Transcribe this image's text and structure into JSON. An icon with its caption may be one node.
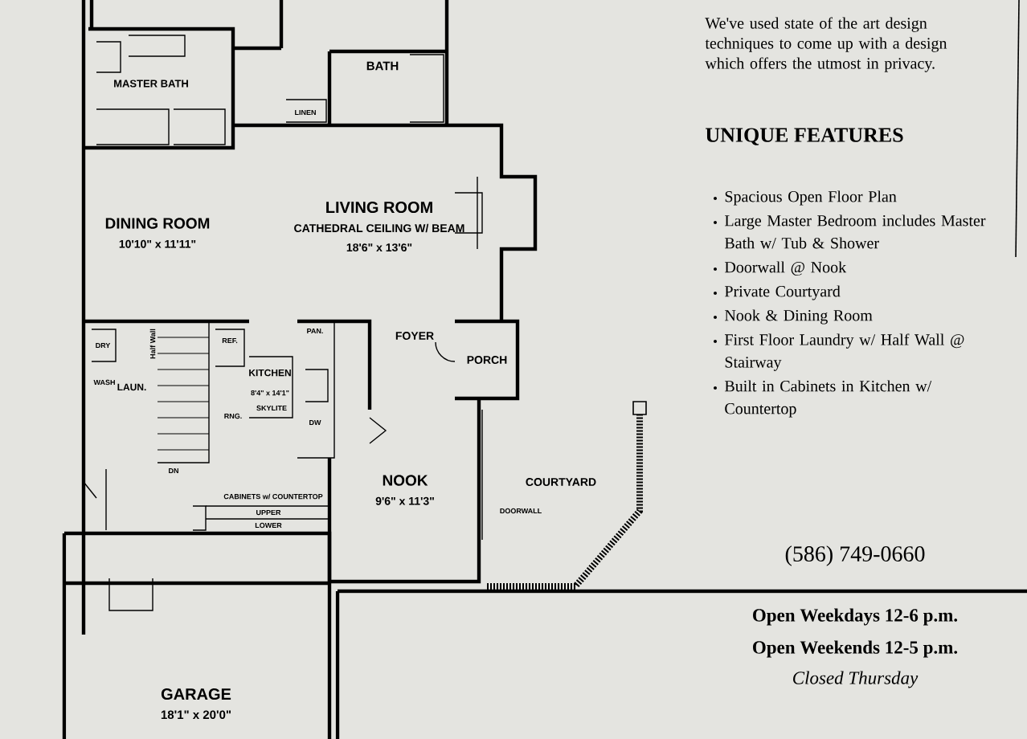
{
  "diagram": {
    "nodes": [
      {
        "text": [
          "MASTER BATH"
        ]
      },
      {
        "text": [
          "BATH"
        ]
      },
      {
        "text": [
          "LIVING ROOM",
          "CATHEDRAL CEILING W/ BEAM",
          "18'6\" x 13'6\""
        ]
      },
      {
        "text": [
          "DINING ROOM",
          "10'10\" x 11'11\""
        ]
      },
      {
        "text": [
          "FOYER"
        ]
      },
      {
        "text": [
          "PORCH"
        ]
      },
      {
        "text": [
          "KITCHEN",
          "8'4\" x 14'1\""
        ]
      },
      {
        "text": [
          "LAUN."
        ]
      },
      {
        "text": [
          "NOOK",
          "9'6\" x 11'3\""
        ]
      },
      {
        "text": [
          "COURTYARD"
        ]
      },
      {
        "text": [
          "GARAGE",
          "18'1\" x 20'0\""
        ]
      }
    ],
    "labels": [
      "LINEN",
      "DRY",
      "Half Wall",
      "REF.",
      "PAN.",
      "WASH",
      "SKYLITE",
      "RNG.",
      "DW",
      "DN",
      "CABINETS w/ COUNTERTOP",
      "UPPER",
      "LOWER",
      "DOORWALL",
      "We've used state of the art design techniques to come up with a design which offers the utmost in privacy.",
      "UNIQUE FEATURES",
      "Spacious Open Floor Plan",
      "Large Master Bedroom includes Master Bath w/ Tub & Shower",
      "Doorwall @ Nook",
      "Private Courtyard",
      "Nook & Dining Room",
      "First Floor Laundry w/ Half Wall @ Stairway",
      "Built in Cabinets in Kitchen w/ Countertop",
      "(586) 749-0660",
      "Open Weekdays 12-6 p.m.",
      "Open Weekends 12-5 p.m.",
      "Closed Thursday"
    ]
  }
}
